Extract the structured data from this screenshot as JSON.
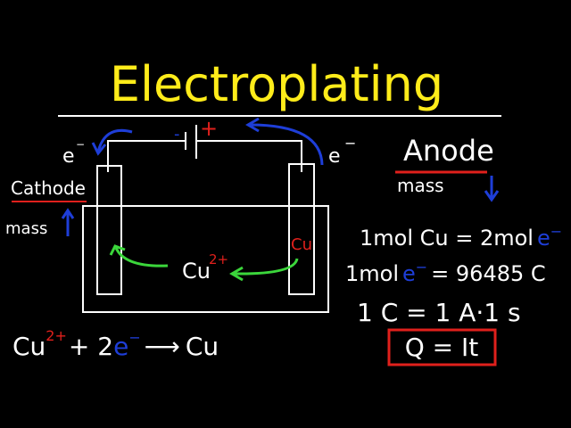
{
  "title": "Electroplating",
  "labels": {
    "electron_left": "e",
    "electron_right": "e",
    "minus_sup": "−",
    "battery_minus": "-",
    "battery_plus": "+",
    "cathode": "Cathode",
    "cathode_mass": "mass",
    "anode": "Anode",
    "anode_mass": "mass",
    "ion": "Cu",
    "ion_charge": "2+",
    "anode_metal": "Cu"
  },
  "equations": {
    "reduction": {
      "reactant": "Cu",
      "charge": "2+",
      "plus": "+ 2",
      "electron": "e",
      "minus": "−",
      "arrow": "⟶",
      "product": "Cu"
    },
    "mol_cu": {
      "left": "1mol Cu = 2mol",
      "electron": "e",
      "minus": "−"
    },
    "mol_e": {
      "left": "1mol",
      "electron": "e",
      "minus": "−",
      "right": "= 96485 C"
    },
    "coulomb": "1 C = 1 A·1 s",
    "charge": "Q = It"
  },
  "colors": {
    "title": "#ffec1a",
    "red": "#e0201c",
    "blue": "#1e3ed8",
    "green": "#3bd63b"
  }
}
